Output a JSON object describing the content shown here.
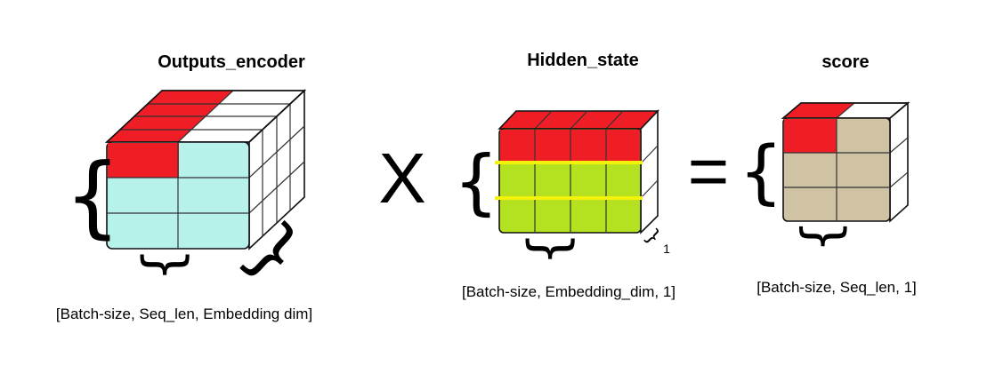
{
  "operators": {
    "multiply": "X",
    "equals": "="
  },
  "blocks": [
    {
      "title": "Outputs_encoder",
      "shape_label": "[Batch-size, Seq_len, Embedding dim]",
      "colors": {
        "front": "#b7f2ea",
        "highlight": "#ef1e26"
      }
    },
    {
      "title": "Hidden_state",
      "shape_label": "[Batch-size, Embedding_dim, 1]",
      "depth_label": "1",
      "colors": {
        "front": "#b5e220",
        "highlight": "#ef1e26",
        "row_line": "#f5f20a"
      }
    },
    {
      "title": "score",
      "shape_label": "[Batch-size, Seq_len, 1]",
      "colors": {
        "front": "#cfc3a4",
        "highlight": "#ef1e26"
      }
    }
  ]
}
